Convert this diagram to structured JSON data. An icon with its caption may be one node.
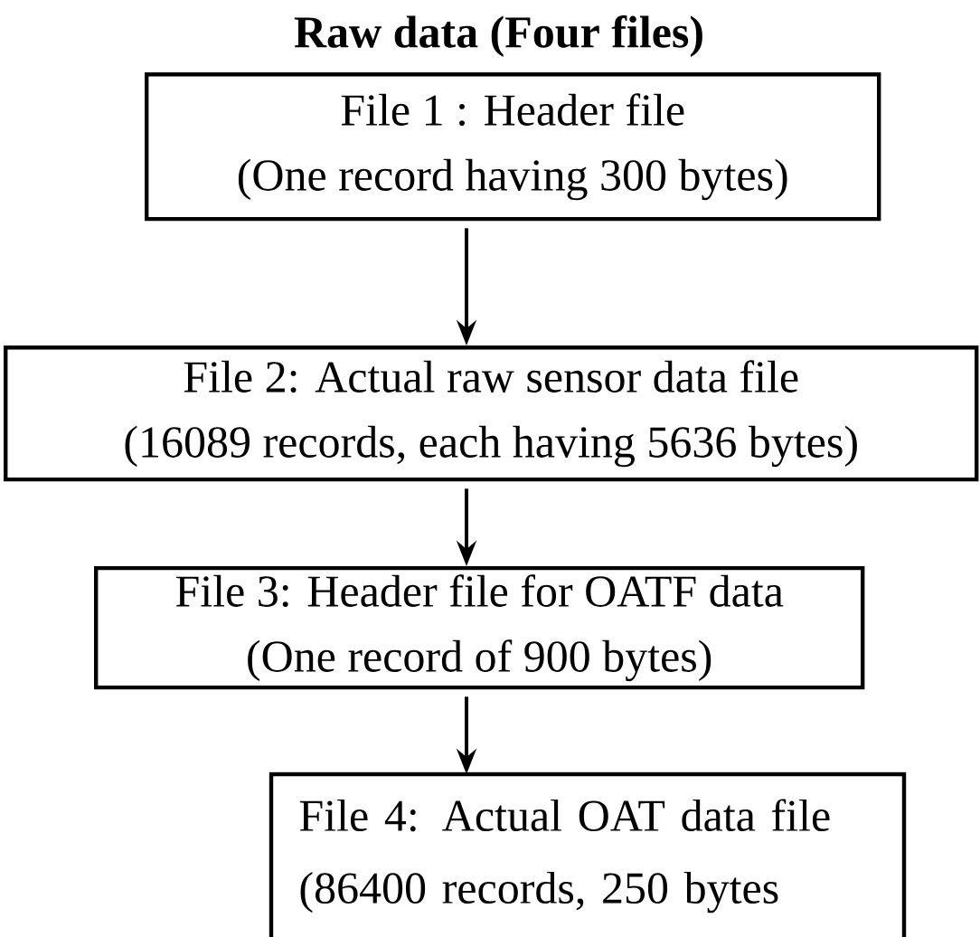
{
  "diagram": {
    "title": "Raw data (Four files)",
    "nodes": [
      {
        "text": [
          "File 1 : Header file",
          "(One record having 300 bytes)"
        ]
      },
      {
        "text": [
          "File 2: Actual raw sensor data file",
          "(16089 records, each having 5636 bytes)"
        ]
      },
      {
        "text": [
          "File 3: Header file for OATF data",
          "(One record of 900 bytes)"
        ]
      },
      {
        "text": [
          "File 4: Actual OAT data file",
          "(86400 records, 250 bytes"
        ]
      }
    ],
    "edges": [
      {
        "from": 0,
        "to": 1,
        "arrow": "to"
      },
      {
        "from": 1,
        "to": 2,
        "arrow": "to"
      },
      {
        "from": 2,
        "to": 3,
        "arrow": "to"
      }
    ]
  }
}
